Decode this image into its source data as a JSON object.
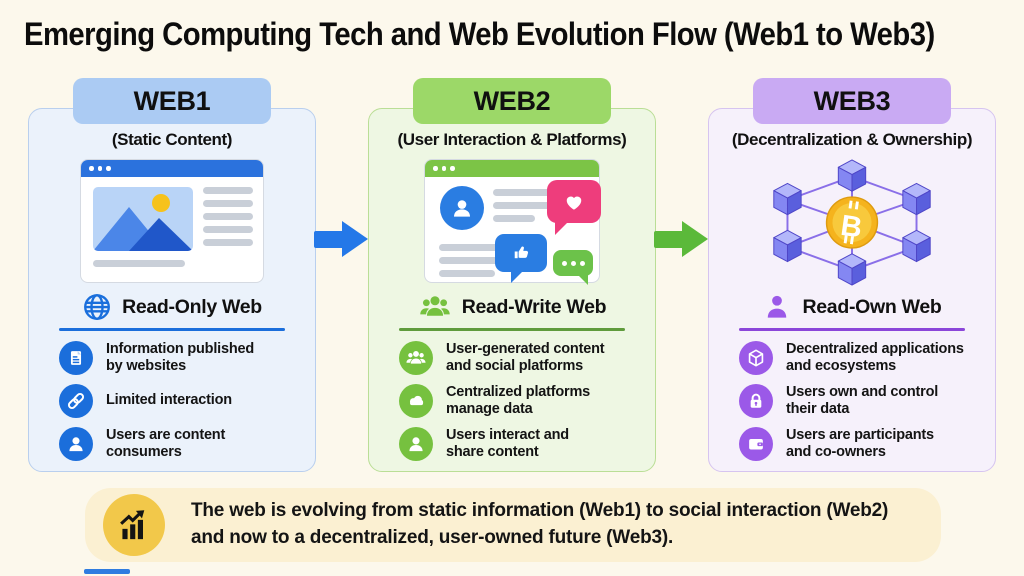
{
  "title": "Emerging Computing Tech and Web Evolution Flow (Web1 to Web3)",
  "page_bg": "#fcf8ec",
  "title_color": "#0c0c0c",
  "columns": [
    {
      "id": "web1",
      "header": "WEB1",
      "subtitle": "(Static Content)",
      "illustration": "static-webpage-browser",
      "era": {
        "icon": "globe-icon",
        "label": "Read-Only Web"
      },
      "bullets": [
        {
          "icon": "document-icon",
          "text": "Information published\nby websites"
        },
        {
          "icon": "link-icon",
          "text": "Limited interaction"
        },
        {
          "icon": "user-icon",
          "text": "Users are content\nconsumers"
        }
      ],
      "colors": {
        "header_bg": "#abcbf3",
        "card_bg": "#ebf2fb",
        "card_border": "#b9cfee",
        "accent": "#1b6edb"
      }
    },
    {
      "id": "web2",
      "header": "WEB2",
      "subtitle": "(User Interaction & Platforms)",
      "illustration": "social-platform-browser",
      "era": {
        "icon": "people-group-icon",
        "label": "Read-Write Web"
      },
      "bullets": [
        {
          "icon": "people-group-icon",
          "text": "User-generated content\nand social platforms"
        },
        {
          "icon": "cloud-icon",
          "text": "Centralized platforms\nmanage data"
        },
        {
          "icon": "user-icon",
          "text": "Users interact and\nshare content"
        }
      ],
      "colors": {
        "header_bg": "#9cd868",
        "card_bg": "#eef7e3",
        "card_border": "#bade96",
        "accent": "#76c13f"
      }
    },
    {
      "id": "web3",
      "header": "WEB3",
      "subtitle": "(Decentralization & Ownership)",
      "illustration": "blockchain-network-bitcoin",
      "era": {
        "icon": "person-icon",
        "label": "Read-Own Web"
      },
      "bullets": [
        {
          "icon": "package-icon",
          "text": "Decentralized applications\nand ecosystems"
        },
        {
          "icon": "lock-icon",
          "text": "Users own and control\ntheir data"
        },
        {
          "icon": "wallet-icon",
          "text": "Users are participants\nand co-owners"
        }
      ],
      "colors": {
        "header_bg": "#c9aaf3",
        "card_bg": "#f6f1fb",
        "card_border": "#d6c4f0",
        "accent": "#9b59e8"
      }
    }
  ],
  "arrows": [
    {
      "from": "web1",
      "to": "web2",
      "direction": "right",
      "color": "#2478e8"
    },
    {
      "from": "web2",
      "to": "web3",
      "direction": "right",
      "color": "#5bb93a"
    }
  ],
  "summary": {
    "icon": "growth-chart-icon",
    "icon_bg": "#f2c84a",
    "bg": "#fbf0d2",
    "line1": "The web is evolving from static information (Web1) to social interaction (Web2)",
    "line2": "and now to a decentralized, user-owned future (Web3)."
  }
}
